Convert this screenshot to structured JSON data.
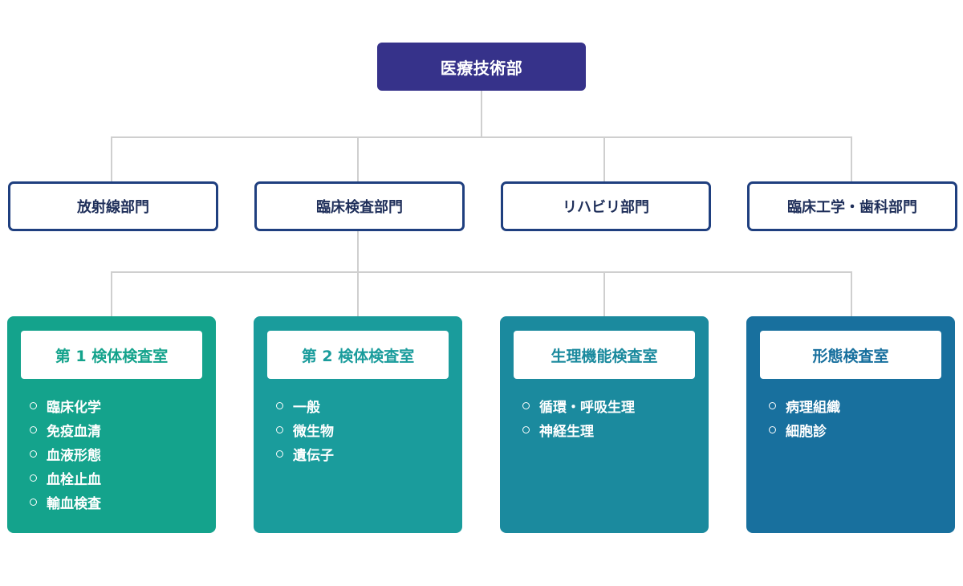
{
  "root": {
    "label": "医療技術部"
  },
  "departments": [
    {
      "label": "放射線部門"
    },
    {
      "label": "臨床検査部門"
    },
    {
      "label": "リハビリ部門"
    },
    {
      "label": "臨床工学・歯科部門"
    }
  ],
  "labs": [
    {
      "title": "第 1 検体検査室",
      "color": "#14a38c",
      "title_color": "#14a38c",
      "items": [
        "臨床化学",
        "免疫血清",
        "血液形態",
        "血栓止血",
        "輸血検査"
      ]
    },
    {
      "title": "第 2 検体検査室",
      "color": "#1a9c9c",
      "title_color": "#1a9c9c",
      "items": [
        "一般",
        "微生物",
        "遺伝子"
      ]
    },
    {
      "title": "生理機能検査室",
      "color": "#1b8a9e",
      "title_color": "#1b8a9e",
      "items": [
        "循環・呼吸生理",
        "神経生理"
      ]
    },
    {
      "title": "形態検査室",
      "color": "#18709e",
      "title_color": "#18709e",
      "items": [
        "病理組織",
        "細胞診"
      ]
    }
  ],
  "colors": {
    "root": "#36328a",
    "dept_border": "#1f3f7f",
    "connector": "#cfcfcf"
  }
}
